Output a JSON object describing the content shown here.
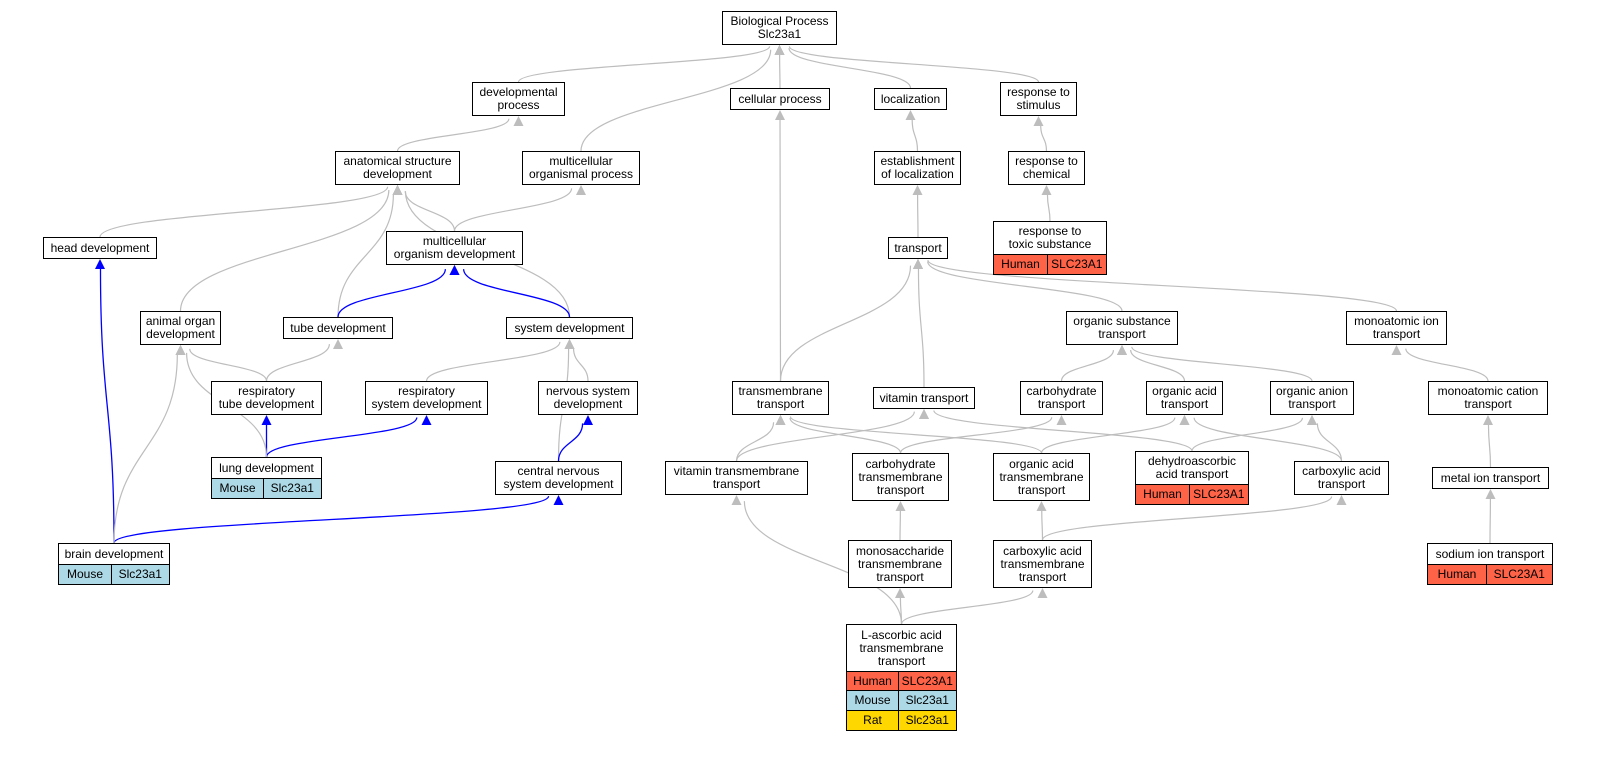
{
  "colors": {
    "edge": "#bdbdbd",
    "highlight": "#0000ff",
    "human": "#ff6347",
    "mouse": "#add8e6",
    "rat": "#ffd700"
  },
  "nodes": {
    "biological_process": "Biological Process\nSlc23a1",
    "developmental_process": "developmental\nprocess",
    "cellular_process": "cellular process",
    "localization": "localization",
    "response_to_stimulus": "response to\nstimulus",
    "anatomical_structure_development": "anatomical structure\ndevelopment",
    "multicellular_organismal_process": "multicellular\norganismal process",
    "establishment_of_localization": "establishment\nof localization",
    "response_to_chemical": "response to\nchemical",
    "head_development": "head development",
    "multicellular_organism_development": "multicellular\norganism development",
    "transport": "transport",
    "response_to_toxic_substance": "response to\ntoxic substance",
    "animal_organ_development": "animal organ\ndevelopment",
    "tube_development": "tube development",
    "system_development": "system development",
    "organic_substance_transport": "organic substance\ntransport",
    "monoatomic_ion_transport": "monoatomic ion\ntransport",
    "respiratory_tube_development": "respiratory\ntube development",
    "respiratory_system_development": "respiratory\nsystem development",
    "nervous_system_development": "nervous system\ndevelopment",
    "transmembrane_transport": "transmembrane\ntransport",
    "vitamin_transport": "vitamin transport",
    "carbohydrate_transport": "carbohydrate\ntransport",
    "organic_acid_transport": "organic acid\ntransport",
    "organic_anion_transport": "organic anion\ntransport",
    "monoatomic_cation_transport": "monoatomic cation\ntransport",
    "lung_development": "lung development",
    "central_nervous_system_development": "central nervous\nsystem development",
    "vitamin_transmembrane_transport": "vitamin transmembrane\ntransport",
    "carbohydrate_transmembrane_transport": "carbohydrate\ntransmembrane\ntransport",
    "organic_acid_transmembrane_transport": "organic acid\ntransmembrane\ntransport",
    "dehydroascorbic_acid_transport": "dehydroascorbic\nacid transport",
    "carboxylic_acid_transport": "carboxylic acid\ntransport",
    "metal_ion_transport": "metal ion transport",
    "brain_development": "brain development",
    "monosaccharide_transmembrane_transport": "monosaccharide\ntransmembrane\ntransport",
    "carboxylic_acid_transmembrane_transport": "carboxylic acid\ntransmembrane\ntransport",
    "sodium_ion_transport": "sodium ion transport",
    "l_ascorbic_acid_transmembrane_transport": "L-ascorbic acid\ntransmembrane\ntransport"
  },
  "annotations": {
    "response_to_toxic_substance": [
      {
        "species": "Human",
        "gene": "SLC23A1",
        "color": "human"
      }
    ],
    "lung_development": [
      {
        "species": "Mouse",
        "gene": "Slc23a1",
        "color": "mouse"
      }
    ],
    "dehydroascorbic_acid_transport": [
      {
        "species": "Human",
        "gene": "SLC23A1",
        "color": "human"
      }
    ],
    "brain_development": [
      {
        "species": "Mouse",
        "gene": "Slc23a1",
        "color": "mouse"
      }
    ],
    "sodium_ion_transport": [
      {
        "species": "Human",
        "gene": "SLC23A1",
        "color": "human"
      }
    ],
    "l_ascorbic_acid_transmembrane_transport": [
      {
        "species": "Human",
        "gene": "SLC23A1",
        "color": "human"
      },
      {
        "species": "Mouse",
        "gene": "Slc23a1",
        "color": "mouse"
      },
      {
        "species": "Rat",
        "gene": "Slc23a1",
        "color": "rat"
      }
    ]
  },
  "edges": [
    {
      "from": "developmental_process",
      "to": "biological_process"
    },
    {
      "from": "cellular_process",
      "to": "biological_process"
    },
    {
      "from": "localization",
      "to": "biological_process"
    },
    {
      "from": "response_to_stimulus",
      "to": "biological_process"
    },
    {
      "from": "multicellular_organismal_process",
      "to": "biological_process"
    },
    {
      "from": "anatomical_structure_development",
      "to": "developmental_process"
    },
    {
      "from": "establishment_of_localization",
      "to": "localization"
    },
    {
      "from": "response_to_chemical",
      "to": "response_to_stimulus"
    },
    {
      "from": "response_to_toxic_substance",
      "to": "response_to_chemical"
    },
    {
      "from": "head_development",
      "to": "anatomical_structure_development"
    },
    {
      "from": "multicellular_organism_development",
      "to": "anatomical_structure_development"
    },
    {
      "from": "multicellular_organism_development",
      "to": "multicellular_organismal_process"
    },
    {
      "from": "animal_organ_development",
      "to": "anatomical_structure_development"
    },
    {
      "from": "tube_development",
      "to": "anatomical_structure_development"
    },
    {
      "from": "system_development",
      "to": "anatomical_structure_development"
    },
    {
      "from": "transport",
      "to": "establishment_of_localization"
    },
    {
      "from": "tube_development",
      "to": "multicellular_organism_development",
      "hl": true
    },
    {
      "from": "system_development",
      "to": "multicellular_organism_development",
      "hl": true
    },
    {
      "from": "organic_substance_transport",
      "to": "transport"
    },
    {
      "from": "monoatomic_ion_transport",
      "to": "transport"
    },
    {
      "from": "transmembrane_transport",
      "to": "transport"
    },
    {
      "from": "vitamin_transport",
      "to": "transport"
    },
    {
      "from": "transmembrane_transport",
      "to": "cellular_process"
    },
    {
      "from": "respiratory_tube_development",
      "to": "animal_organ_development"
    },
    {
      "from": "respiratory_tube_development",
      "to": "tube_development"
    },
    {
      "from": "respiratory_system_development",
      "to": "system_development"
    },
    {
      "from": "nervous_system_development",
      "to": "system_development"
    },
    {
      "from": "central_nervous_system_development",
      "to": "system_development"
    },
    {
      "from": "lung_development",
      "to": "respiratory_tube_development",
      "hl": true
    },
    {
      "from": "lung_development",
      "to": "respiratory_system_development",
      "hl": true
    },
    {
      "from": "lung_development",
      "to": "animal_organ_development"
    },
    {
      "from": "central_nervous_system_development",
      "to": "nervous_system_development",
      "hl": true
    },
    {
      "from": "brain_development",
      "to": "head_development",
      "hl": true
    },
    {
      "from": "brain_development",
      "to": "central_nervous_system_development",
      "hl": true
    },
    {
      "from": "brain_development",
      "to": "animal_organ_development"
    },
    {
      "from": "carbohydrate_transport",
      "to": "organic_substance_transport"
    },
    {
      "from": "organic_acid_transport",
      "to": "organic_substance_transport"
    },
    {
      "from": "organic_anion_transport",
      "to": "organic_substance_transport"
    },
    {
      "from": "monoatomic_cation_transport",
      "to": "monoatomic_ion_transport"
    },
    {
      "from": "metal_ion_transport",
      "to": "monoatomic_cation_transport"
    },
    {
      "from": "sodium_ion_transport",
      "to": "metal_ion_transport"
    },
    {
      "from": "vitamin_transmembrane_transport",
      "to": "transmembrane_transport"
    },
    {
      "from": "vitamin_transmembrane_transport",
      "to": "vitamin_transport"
    },
    {
      "from": "carbohydrate_transmembrane_transport",
      "to": "transmembrane_transport"
    },
    {
      "from": "carbohydrate_transmembrane_transport",
      "to": "carbohydrate_transport"
    },
    {
      "from": "organic_acid_transmembrane_transport",
      "to": "transmembrane_transport"
    },
    {
      "from": "organic_acid_transmembrane_transport",
      "to": "organic_acid_transport"
    },
    {
      "from": "dehydroascorbic_acid_transport",
      "to": "vitamin_transport"
    },
    {
      "from": "dehydroascorbic_acid_transport",
      "to": "organic_anion_transport"
    },
    {
      "from": "carboxylic_acid_transport",
      "to": "organic_acid_transport"
    },
    {
      "from": "carboxylic_acid_transport",
      "to": "organic_anion_transport"
    },
    {
      "from": "monosaccharide_transmembrane_transport",
      "to": "carbohydrate_transmembrane_transport"
    },
    {
      "from": "carboxylic_acid_transmembrane_transport",
      "to": "organic_acid_transmembrane_transport"
    },
    {
      "from": "carboxylic_acid_transmembrane_transport",
      "to": "carboxylic_acid_transport"
    },
    {
      "from": "l_ascorbic_acid_transmembrane_transport",
      "to": "monosaccharide_transmembrane_transport"
    },
    {
      "from": "l_ascorbic_acid_transmembrane_transport",
      "to": "carboxylic_acid_transmembrane_transport"
    },
    {
      "from": "l_ascorbic_acid_transmembrane_transport",
      "to": "vitamin_transmembrane_transport"
    }
  ]
}
